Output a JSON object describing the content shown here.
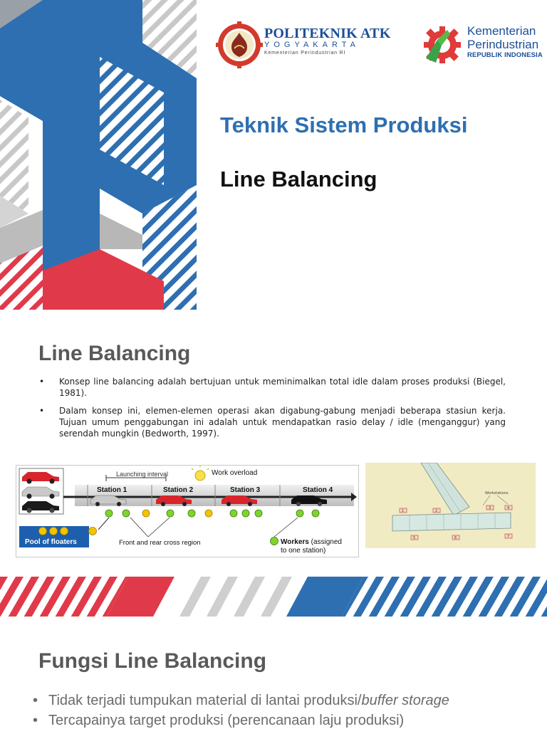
{
  "slide1": {
    "title": "Teknik Sistem Produksi",
    "subtitle": "Line Balancing",
    "logo_atk": {
      "name": "POLITEKNIK ATK",
      "city": "YOGYAKARTA",
      "sub": "Kementerian Perindustrian RI"
    },
    "logo_kemenperin": {
      "line1": "Kementerian",
      "line2": "Perindustrian",
      "line3": "REPUBLIK INDONESIA"
    },
    "colors": {
      "blue": "#2e6fb1",
      "red": "#e03a4a",
      "gray": "#c9c9c9",
      "dark_gray": "#9a9a9a"
    }
  },
  "slide2": {
    "heading": "Line Balancing",
    "bullet_char": "•",
    "bullets": [
      "Konsep line balancing adalah bertujuan untuk meminimalkan total idle dalam proses produksi (Biegel, 1981).",
      "Dalam konsep ini, elemen-elemen operasi akan digabung-gabung menjadi beberapa stasiun kerja. Tujuan umum penggabungan ini adalah untuk mendapatkan rasio delay / idle (menganggur) yang serendah mungkin (Bedworth, 1997)."
    ],
    "figure_left": {
      "launching_interval": "Launching interval",
      "work_overload": "Work overload",
      "stations": [
        "Station 1",
        "Station 2",
        "Station 3",
        "Station 4"
      ],
      "pool_of_floaters": "Pool of floaters",
      "front_rear": "Front and rear cross region",
      "workers_bold": "Workers",
      "workers_rest_1": " (assigned",
      "workers_rest_2": "to one station)"
    },
    "figure_right": {
      "workstations_label": "Workstations",
      "numbers": [
        "1",
        "2",
        "3",
        "4",
        "5",
        "6",
        "7"
      ]
    }
  },
  "slide3": {
    "heading": "Fungsi Line Balancing",
    "bullet_char": "•",
    "bullets": [
      {
        "text": "Tidak terjadi tumpukan material di lantai produksi/",
        "italic": "buffer storage"
      },
      {
        "text": "Tercapainya target produksi (perencanaan laju produksi)",
        "italic": ""
      }
    ]
  }
}
